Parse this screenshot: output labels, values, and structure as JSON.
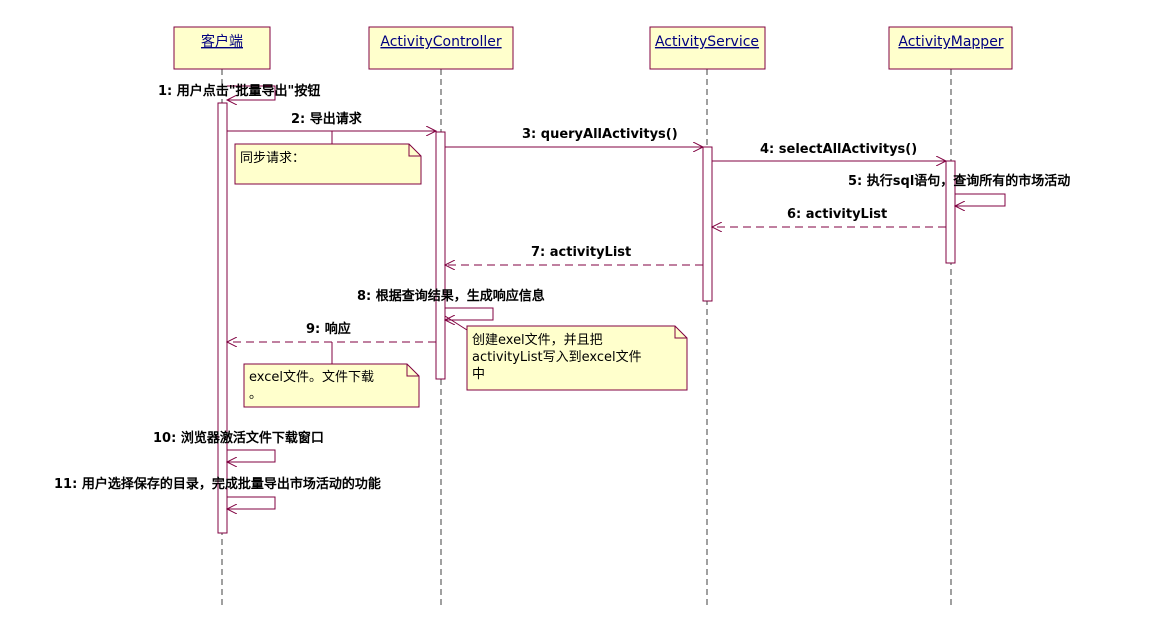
{
  "colors": {
    "line": "#800040",
    "box_fill": "#ffffcc",
    "box_border": "#800040",
    "object_text": "#000080",
    "lifeline": "#404040",
    "note_fill": "#ffffcc",
    "note_border": "#800040"
  },
  "participants": [
    {
      "id": "client",
      "label": "客户端"
    },
    {
      "id": "controller",
      "label": "ActivityController"
    },
    {
      "id": "service",
      "label": "ActivityService"
    },
    {
      "id": "mapper",
      "label": "ActivityMapper"
    }
  ],
  "messages": [
    {
      "label": "1: 用户点击\"批量导出\"按钮",
      "from": "client",
      "to": "client",
      "kind": "self"
    },
    {
      "label": "2: 导出请求",
      "from": "client",
      "to": "controller",
      "kind": "call"
    },
    {
      "label": "3: queryAllActivitys()",
      "from": "controller",
      "to": "service",
      "kind": "call"
    },
    {
      "label": "4: selectAllActivitys()",
      "from": "service",
      "to": "mapper",
      "kind": "call"
    },
    {
      "label": "5: 执行sql语句，查询所有的市场活动",
      "from": "mapper",
      "to": "mapper",
      "kind": "self"
    },
    {
      "label": "6: activityList",
      "from": "mapper",
      "to": "service",
      "kind": "return"
    },
    {
      "label": "7: activityList",
      "from": "service",
      "to": "controller",
      "kind": "return"
    },
    {
      "label": "8: 根据查询结果，生成响应信息",
      "from": "controller",
      "to": "controller",
      "kind": "self"
    },
    {
      "label": "9: 响应",
      "from": "controller",
      "to": "client",
      "kind": "return"
    },
    {
      "label": "10: 浏览器激活文件下载窗口",
      "from": "client",
      "to": "client",
      "kind": "self"
    },
    {
      "label": "11: 用户选择保存的目录，完成批量导出市场活动的功能",
      "from": "client",
      "to": "client",
      "kind": "self"
    }
  ],
  "notes": [
    {
      "id": "note-sync",
      "lines": [
        "同步请求："
      ]
    },
    {
      "id": "note-create-excel",
      "lines": [
        "创建exel文件，并且把",
        "activityList写入到excel文件",
        "中"
      ]
    },
    {
      "id": "note-excel-download",
      "lines": [
        "excel文件。文件下载",
        "。"
      ]
    }
  ]
}
